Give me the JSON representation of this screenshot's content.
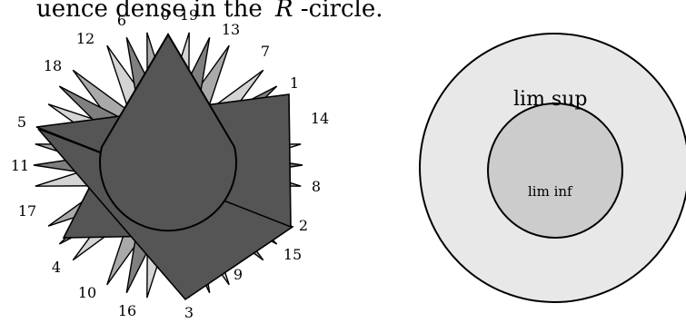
{
  "caption_fragment": "uence dense in the",
  "caption_var": "R",
  "caption_tail": "-circle.",
  "star_labels": [
    {
      "text": "0"
    },
    {
      "text": "19"
    },
    {
      "text": "13"
    },
    {
      "text": "7"
    },
    {
      "text": "1"
    },
    {
      "text": "14"
    },
    {
      "text": "8"
    },
    {
      "text": "2"
    },
    {
      "text": "15"
    },
    {
      "text": "9"
    },
    {
      "text": "3"
    },
    {
      "text": "16"
    },
    {
      "text": "10"
    },
    {
      "text": "4"
    },
    {
      "text": "17"
    },
    {
      "text": "11"
    },
    {
      "text": "5"
    },
    {
      "text": "18"
    },
    {
      "text": "12"
    },
    {
      "text": "6"
    }
  ],
  "lim_sup": "lim sup",
  "lim_inf": "lim inf",
  "colors": {
    "stroke": "#000000",
    "light": "#d4d4d4",
    "medium_light": "#a9a9a9",
    "medium": "#7f7f7f",
    "dark": "#555555",
    "outer_disk": "#e8e8e8",
    "inner_disk": "#cccccc"
  }
}
